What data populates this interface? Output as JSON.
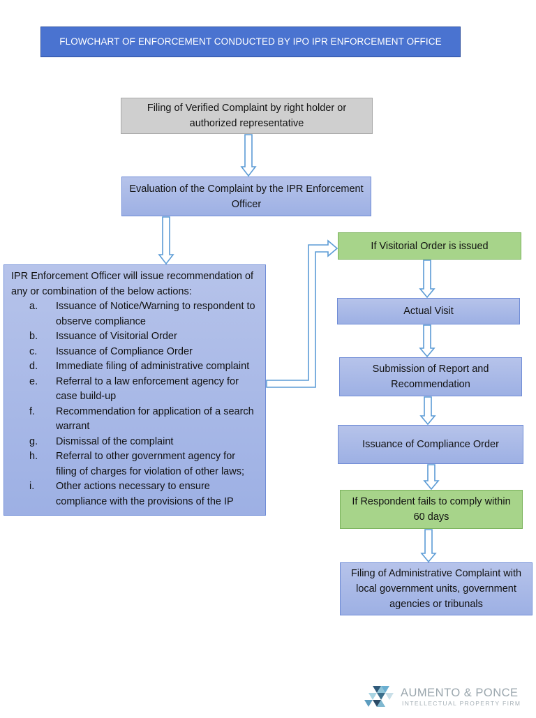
{
  "title": "FLOWCHART OF ENFORCEMENT CONDUCTED BY IPO IPR ENFORCEMENT OFFICE",
  "nodes": {
    "filing_complaint": "Filing of Verified Complaint by right holder or authorized representative",
    "evaluation": "Evaluation of the Complaint by the IPR Enforcement Officer",
    "recommendation": {
      "intro": "IPR Enforcement Officer will issue recommendation of any or combination of the below actions:",
      "items": [
        {
          "marker": "a.",
          "text": "Issuance of Notice/Warning to respondent to observe compliance"
        },
        {
          "marker": "b.",
          "text": "Issuance of Visitorial Order"
        },
        {
          "marker": "c.",
          "text": "Issuance of Compliance Order"
        },
        {
          "marker": "d.",
          "text": "Immediate filing of administrative complaint"
        },
        {
          "marker": "e.",
          "text": "Referral to a law enforcement agency for case build-up"
        },
        {
          "marker": "f.",
          "text": "Recommendation for application of a search warrant"
        },
        {
          "marker": "g.",
          "text": "Dismissal of the complaint"
        },
        {
          "marker": "h.",
          "text": "Referral to other government agency for filing of charges for violation of other laws;"
        },
        {
          "marker": "i.",
          "text": "Other actions necessary to ensure compliance with the provisions of the IP"
        }
      ]
    },
    "visitorial_order": "If Visitorial Order is issued",
    "actual_visit": "Actual Visit",
    "report": "Submission of Report and Recommendation",
    "compliance_order": "Issuance of Compliance Order",
    "fails_to_comply": "If Respondent fails to comply within 60 days",
    "admin_complaint": "Filing of Administrative Complaint with local government units, government agencies or tribunals"
  },
  "logo": {
    "name": "AUMENTO & PONCE",
    "tagline": "INTELLECTUAL PROPERTY FIRM"
  },
  "colors": {
    "title_fill": "#4a73d0",
    "grey_fill": "#cfcfcf",
    "blue_fill": "#a8b8e6",
    "green_fill": "#a7d48a",
    "arrow_stroke": "#5b9bd5"
  }
}
